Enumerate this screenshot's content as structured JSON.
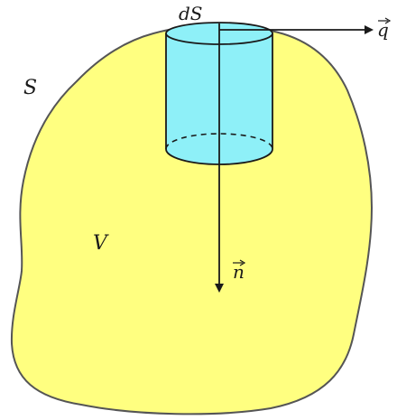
{
  "labels": {
    "surface": "S",
    "volume": "V",
    "area_element": "dS",
    "heat_flux_vector": "q",
    "normal_vector": "n"
  },
  "colors": {
    "region_fill": "#ffff80",
    "region_outline": "#555555",
    "cylinder_fill": "#8ef0f8",
    "cylinder_stroke": "#1a1a1a",
    "arrow": "#1a1a1a",
    "background": "#ffffff"
  }
}
